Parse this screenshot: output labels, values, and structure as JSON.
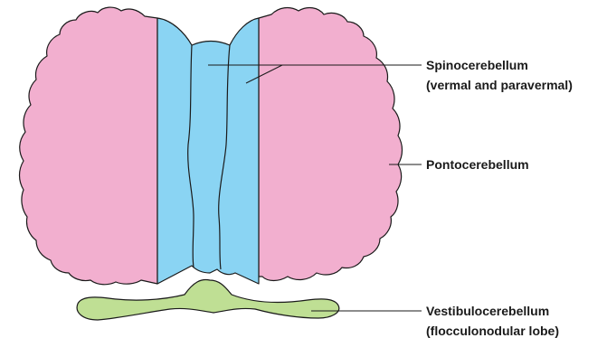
{
  "labels": {
    "spinocerebellum_line1": "Spinocerebellum",
    "spinocerebellum_line2": "(vermal and paravermal)",
    "pontocerebellum": "Pontocerebellum",
    "vestibulocerebellum_line1": "Vestibulocerebellum",
    "vestibulocerebellum_line2": "(flocculonodular lobe)"
  },
  "colors": {
    "pontocerebellum": "#f2afcf",
    "spinocerebellum": "#8ad4f3",
    "vestibulocerebellum": "#bfdf94",
    "outline": "#1a1a1a",
    "leader_line": "#1a1a1a"
  }
}
